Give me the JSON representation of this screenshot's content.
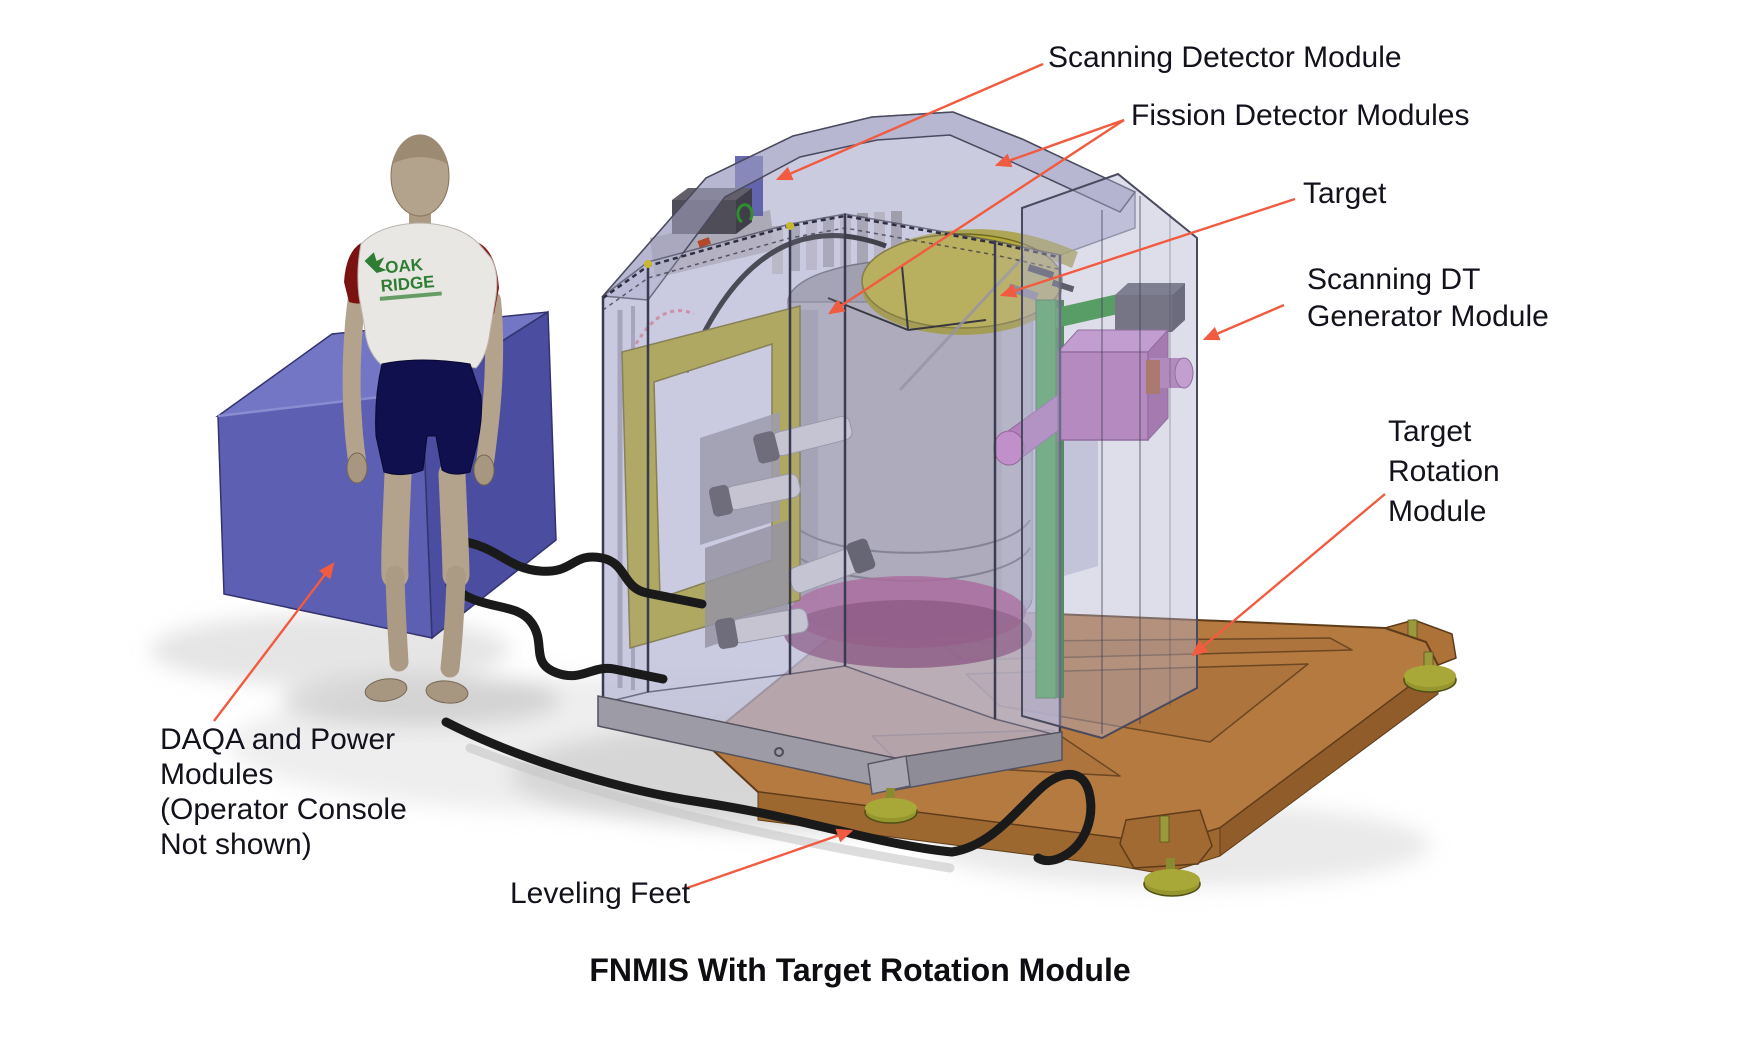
{
  "figure": {
    "caption": "FNMIS With Target Rotation Module",
    "labels": {
      "scanning_detector_module": "Scanning Detector Module",
      "fission_detector_modules": "Fission Detector Modules",
      "target": "Target",
      "scanning_dt_generator_module": "Scanning DT\nGenerator Module",
      "target_rotation_module": "Target\nRotation\nModule",
      "daqa_power_modules": "DAQA and Power\nModules\n(Operator Console\nNot shown)",
      "leveling_feet": "Leveling Feet"
    },
    "mannequin_shirt_logo": {
      "line1": "OAK",
      "line2": "RIDGE"
    },
    "colors": {
      "arrow": "#f15b40",
      "label_text": "#12121c",
      "enclosure": "#b7b7d5",
      "drum": "#a8a6b3",
      "target_disc": "#b5a93c",
      "lift_rail": "#1fa11f",
      "dt_generator": "#b76fb7",
      "daq_box": "#5d5fb2",
      "platform": "#b57a40",
      "leveling_foot": "#96962e",
      "cable": "#1a1a1a"
    }
  }
}
